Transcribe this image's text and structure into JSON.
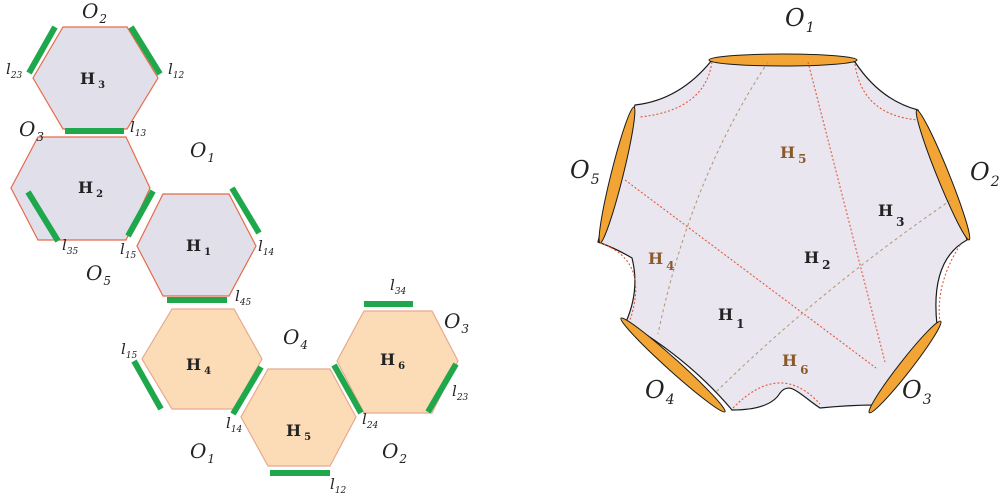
{
  "colors": {
    "hex_gray": "#e1dfea",
    "hex_orange": "#fbdcb6",
    "hex_stroke": "#e56b4a",
    "green_bar": "#1fa84b",
    "boundary_fill": "#f2a534",
    "disk_fill": "#e9e6f0",
    "red_dotted": "#e05a3a",
    "tan_dashed": "#b79a7a",
    "brown_label": "#8b5a2b"
  },
  "left_diagram": {
    "hexagons": [
      {
        "id": "H3",
        "base": "H",
        "sub": "3",
        "shade": "gray"
      },
      {
        "id": "H2",
        "base": "H",
        "sub": "2",
        "shade": "gray"
      },
      {
        "id": "H1",
        "base": "H",
        "sub": "1",
        "shade": "gray"
      },
      {
        "id": "H4",
        "base": "H",
        "sub": "4",
        "shade": "orange"
      },
      {
        "id": "H5",
        "base": "H",
        "sub": "5",
        "shade": "orange"
      },
      {
        "id": "H6",
        "base": "H",
        "sub": "6",
        "shade": "orange"
      }
    ],
    "boundary_labels": [
      {
        "base": "O",
        "sub": "2"
      },
      {
        "base": "O",
        "sub": "3"
      },
      {
        "base": "O",
        "sub": "1"
      },
      {
        "base": "O",
        "sub": "5"
      },
      {
        "base": "O",
        "sub": "4"
      },
      {
        "base": "O",
        "sub": "3"
      },
      {
        "base": "O",
        "sub": "1"
      },
      {
        "base": "O",
        "sub": "2"
      }
    ],
    "edge_labels": [
      {
        "base": "l",
        "sub": "23"
      },
      {
        "base": "l",
        "sub": "12"
      },
      {
        "base": "l",
        "sub": "13"
      },
      {
        "base": "l",
        "sub": "35"
      },
      {
        "base": "l",
        "sub": "15"
      },
      {
        "base": "l",
        "sub": "14"
      },
      {
        "base": "l",
        "sub": "45"
      },
      {
        "base": "l",
        "sub": "34"
      },
      {
        "base": "l",
        "sub": "15"
      },
      {
        "base": "l",
        "sub": "14"
      },
      {
        "base": "l",
        "sub": "24"
      },
      {
        "base": "l",
        "sub": "23"
      },
      {
        "base": "l",
        "sub": "12"
      }
    ]
  },
  "right_diagram": {
    "boundary_labels": [
      {
        "base": "O",
        "sub": "1"
      },
      {
        "base": "O",
        "sub": "2"
      },
      {
        "base": "O",
        "sub": "3"
      },
      {
        "base": "O",
        "sub": "4"
      },
      {
        "base": "O",
        "sub": "5"
      }
    ],
    "region_labels": [
      {
        "base": "H",
        "sub": "5",
        "style": "brown"
      },
      {
        "base": "H",
        "sub": "3",
        "style": "dark"
      },
      {
        "base": "H",
        "sub": "2",
        "style": "dark"
      },
      {
        "base": "H",
        "sub": "4",
        "style": "brown"
      },
      {
        "base": "H",
        "sub": "1",
        "style": "dark"
      },
      {
        "base": "H",
        "sub": "6",
        "style": "brown"
      }
    ]
  }
}
